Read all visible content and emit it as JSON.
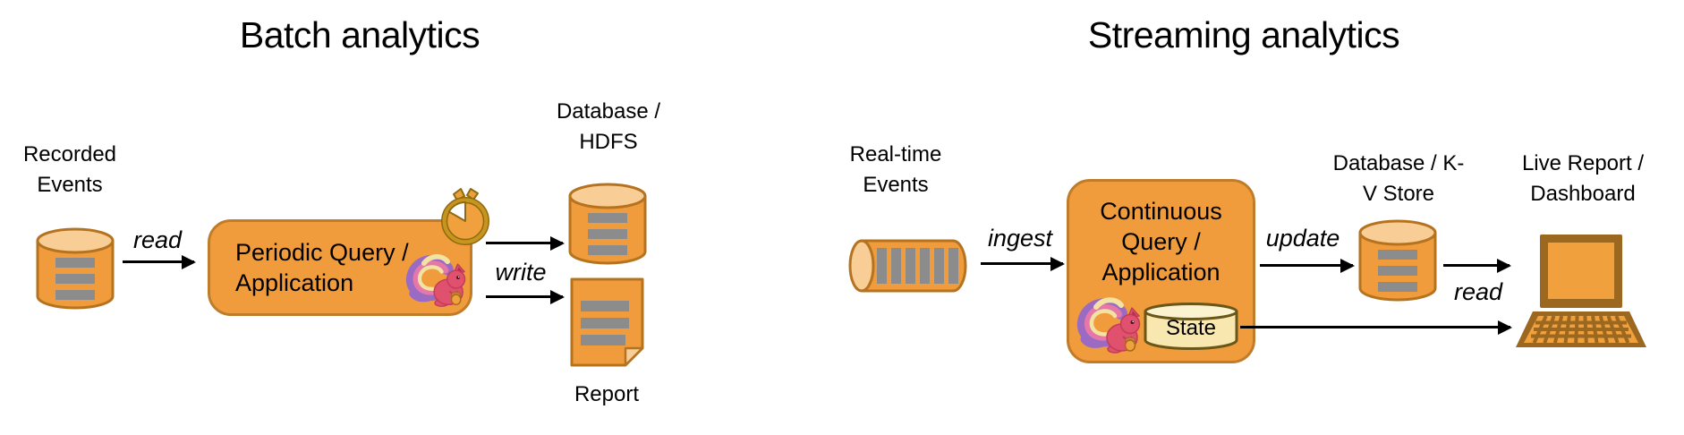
{
  "batch": {
    "title": "Batch analytics",
    "source_label": "Recorded Events",
    "read_label": "read",
    "box_label": "Periodic Query / Application",
    "write_label": "write",
    "db_label": "Database / HDFS",
    "report_label": "Report"
  },
  "streaming": {
    "title": "Streaming analytics",
    "source_label": "Real-time Events",
    "ingest_label": "ingest",
    "box_label": "Continuous Query / Application",
    "state_label": "State",
    "update_label": "update",
    "db_label": "Database / K-V Store",
    "read_label": "read",
    "sink_label": "Live Report / Dashboard"
  },
  "colors": {
    "accent_orange": "#F09C3C",
    "accent_orange_light": "#F8CD96",
    "outline_brown": "#B5731F",
    "box_border": "#C07C28",
    "stripe_gray": "#8C8C8C",
    "state_fill": "#F8E7AE",
    "state_top_fill": "#FBF2D0",
    "state_outline": "#6A5619",
    "laptop_brown": "#9C671F",
    "stopwatch_gold": "#C6951D",
    "squirrel_pink": "#E0516E",
    "squirrel_purple": "#9B6BC4",
    "squirrel_cream": "#F2E3A2",
    "arrow_black": "#000000",
    "background": "#FFFFFF"
  }
}
